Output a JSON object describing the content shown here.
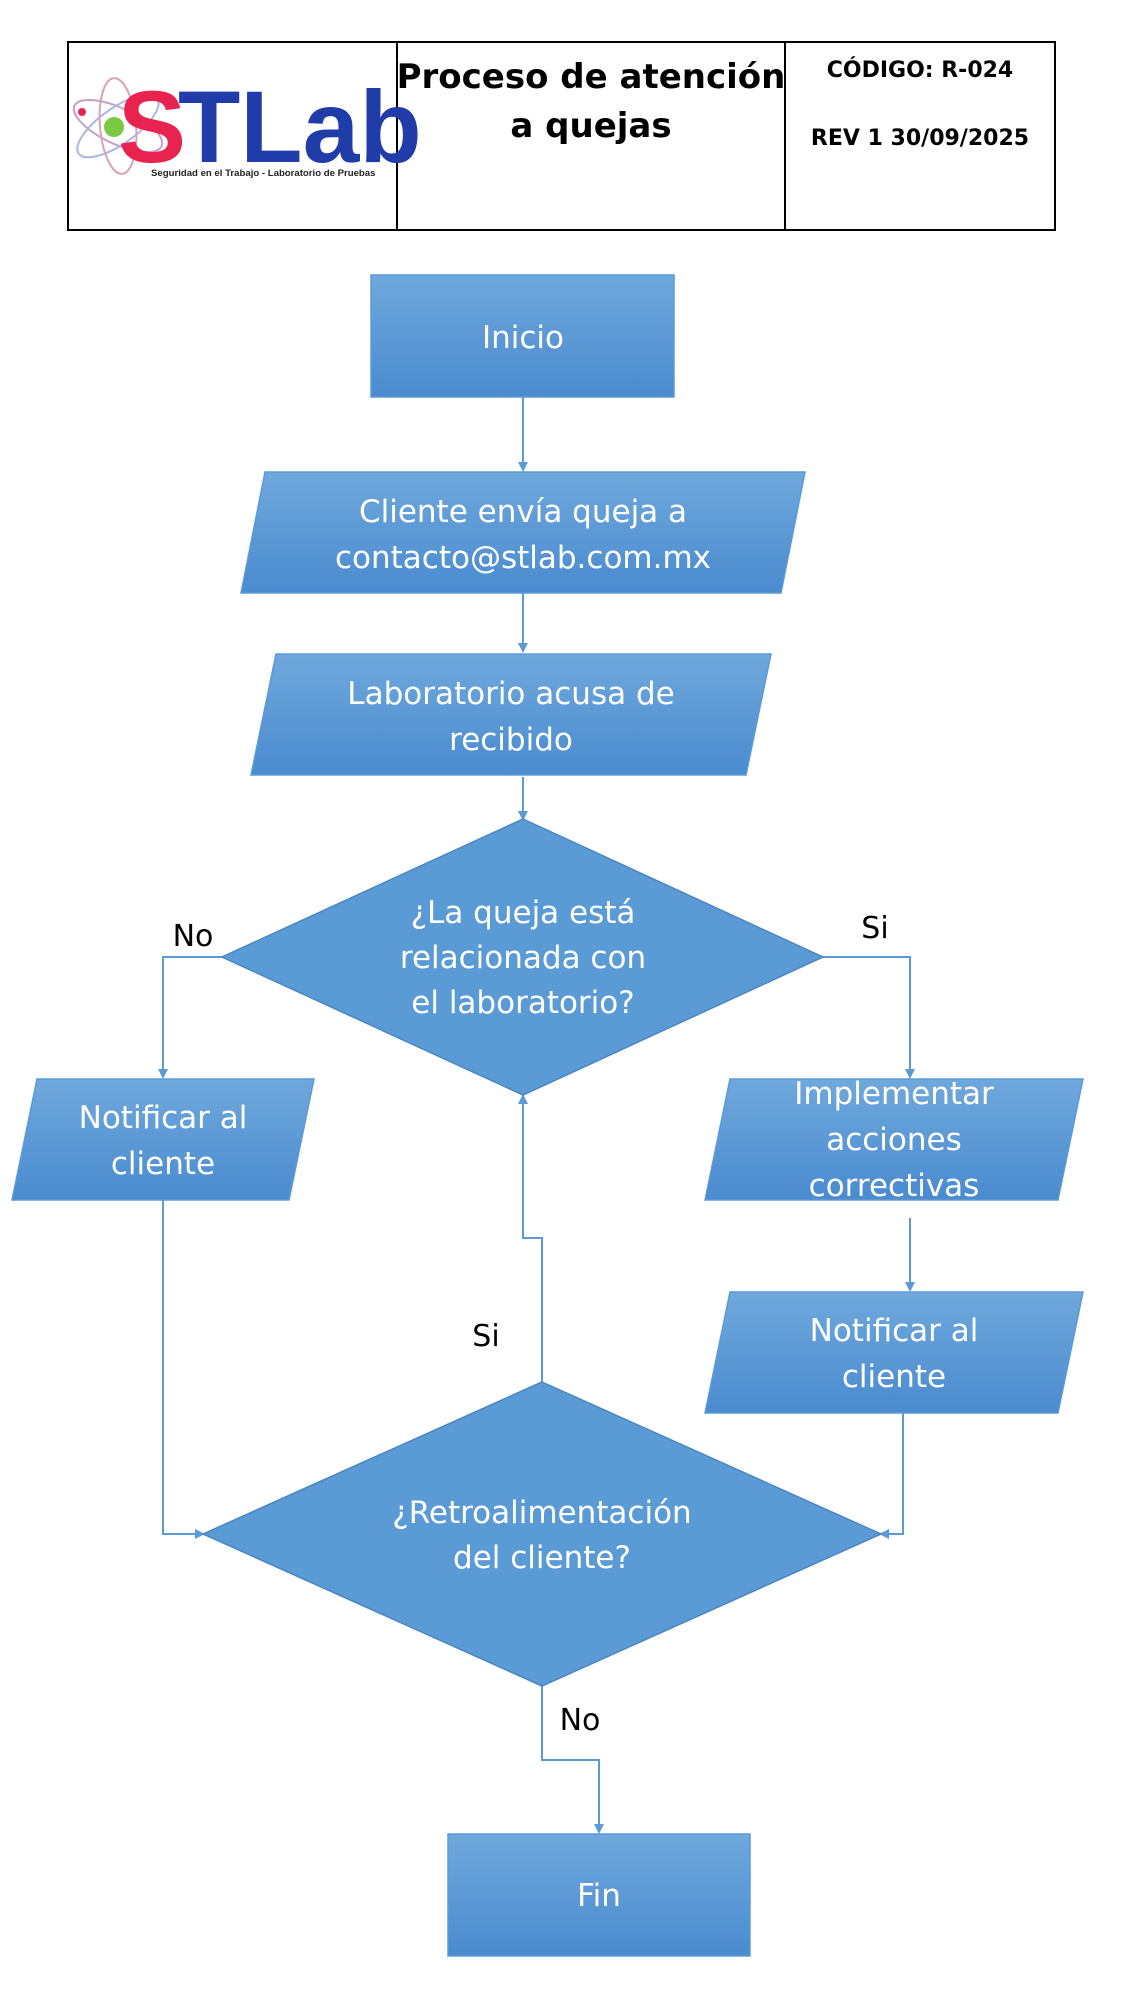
{
  "header": {
    "logo_text_s": "S",
    "logo_text_tlab": "TLab",
    "logo_tagline": "Seguridad en el Trabajo - Laboratorio de Pruebas",
    "title_line1": "Proceso de atención",
    "title_line2": "a quejas",
    "code": "CÓDIGO: R-024",
    "revision": "REV 1 30/09/2025"
  },
  "colors": {
    "node_fill": "#5b9bd5",
    "node_stroke": "#41719c",
    "edge": "#5b9bd5",
    "logo_red": "#e8234f",
    "logo_blue": "#1f3ca8"
  },
  "nodes": {
    "inicio": {
      "line1": "Inicio"
    },
    "envia_queja": {
      "line1": "Cliente envía queja a",
      "line2": "contacto@stlab.com.mx"
    },
    "acusa_recibido": {
      "line1": "Laboratorio acusa de",
      "line2": "recibido"
    },
    "relacionada": {
      "line1": "¿La queja está",
      "line2": "relacionada con",
      "line3": "el laboratorio?"
    },
    "notificar_izq": {
      "line1": "Notificar al",
      "line2": "cliente"
    },
    "implementar": {
      "line1": "Implementar",
      "line2": "acciones",
      "line3": "correctivas"
    },
    "notificar_der": {
      "line1": "Notificar al",
      "line2": "cliente"
    },
    "retroalimentacion": {
      "line1": "¿Retroalimentación",
      "line2": "del cliente?"
    },
    "fin": {
      "line1": "Fin"
    }
  },
  "edge_labels": {
    "no_left": "No",
    "si_right": "Si",
    "si_loop": "Si",
    "no_bottom": "No"
  }
}
